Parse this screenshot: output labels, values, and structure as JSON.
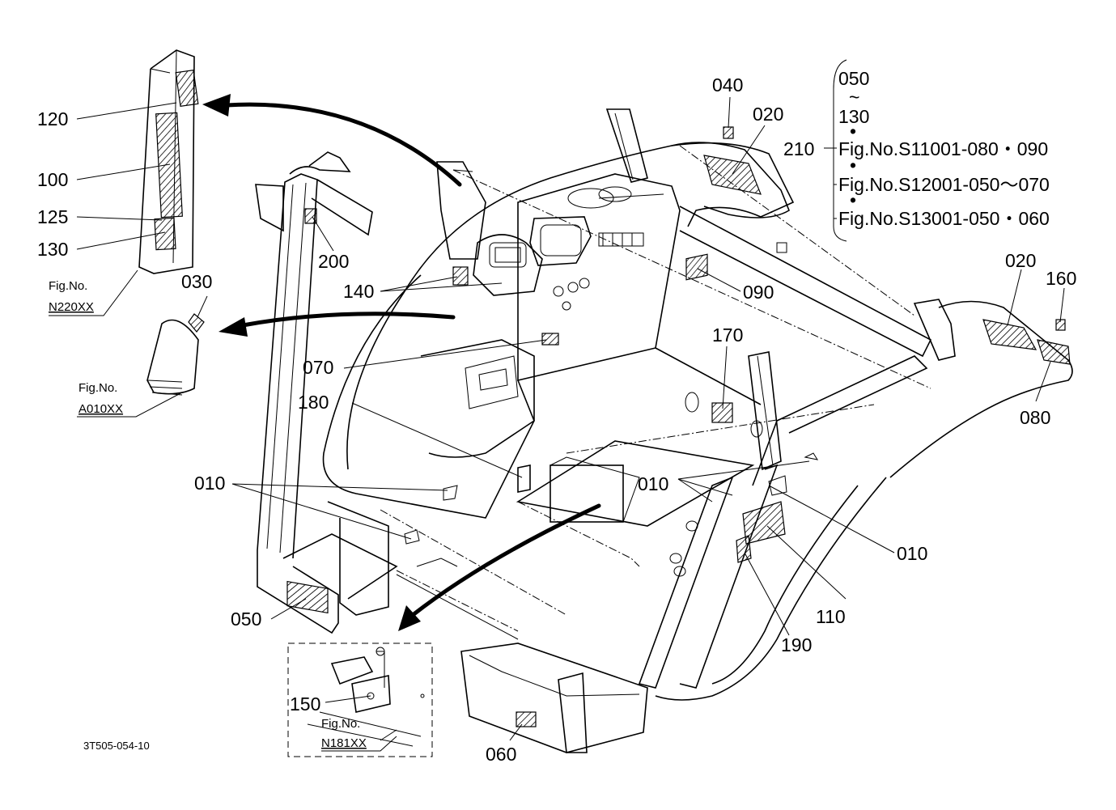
{
  "part_labels": {
    "l120": "120",
    "l100": "100",
    "l125": "125",
    "l130": "130",
    "l200": "200",
    "l030": "030",
    "l140": "140",
    "l070": "070",
    "l180": "180",
    "l010a": "010",
    "l050": "050",
    "l040": "040",
    "l020a": "020",
    "l090": "090",
    "l170": "170",
    "l020b": "020",
    "l160": "160",
    "l080": "080",
    "l010b": "010",
    "l010c": "010",
    "l110": "110",
    "l190": "190",
    "l150": "150",
    "l060": "060"
  },
  "figure_refs": {
    "n220_line1": "Fig.No.",
    "n220_line2": "N220XX",
    "a010_line1": "Fig.No.",
    "a010_line2": "A010XX",
    "n181_line1": "Fig.No.",
    "n181_line2": "N181XX"
  },
  "note_210": {
    "label": "210",
    "range_start": "050",
    "tilde": "~",
    "range_end": "130",
    "line1": "Fig.No.S11001-080・090",
    "line2": "Fig.No.S12001-050～070",
    "line3": "Fig.No.S13001-050・060",
    "dot": "•"
  },
  "drawing_code": "3T505-054-10"
}
